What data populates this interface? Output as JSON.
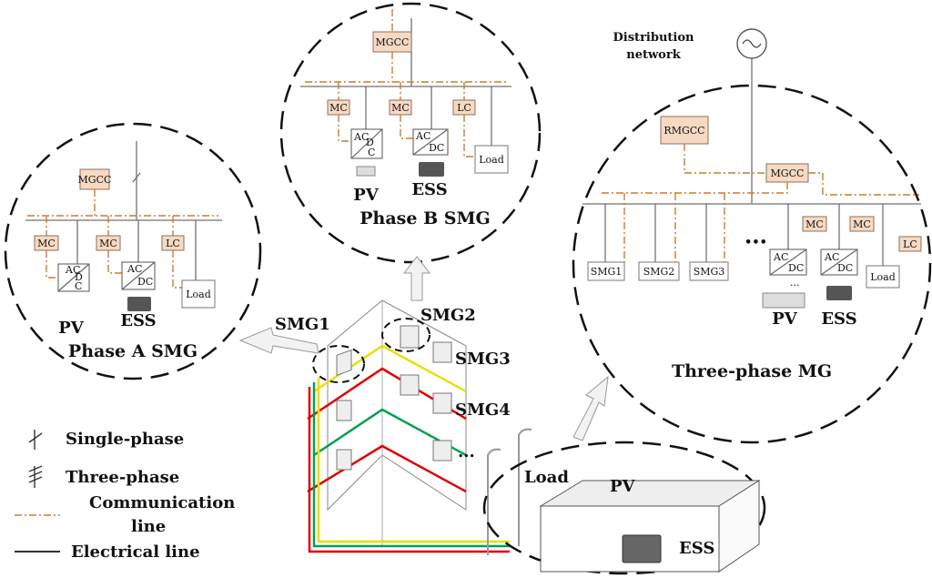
{
  "phase_a": {
    "title": "Phase A SMG",
    "mgcc": "MGCC",
    "mc1": "MC",
    "mc2": "MC",
    "lc": "LC",
    "conv1_top": "AC",
    "conv1_bot": "D",
    "conv1_c": "C",
    "conv2_top": "AC",
    "conv2_bot": "DC",
    "load": "Load",
    "pv": "PV",
    "ess": "ESS"
  },
  "phase_b": {
    "title": "Phase B SMG",
    "mgcc": "MGCC",
    "mc1": "MC",
    "mc2": "MC",
    "lc": "LC",
    "conv1_top": "AC",
    "conv1_bot": "D",
    "conv1_c": "C",
    "conv2_top": "AC",
    "conv2_bot": "DC",
    "load": "Load",
    "pv": "PV",
    "ess": "ESS"
  },
  "three_phase": {
    "title": "Three-phase MG",
    "grid_label_1": "Distribution",
    "grid_label_2": "network",
    "rmgcc": "RMGCC",
    "mgcc": "MGCC",
    "smg1": "SMG1",
    "smg2": "SMG2",
    "smg3": "SMG3",
    "dots": "•••",
    "mc1": "MC",
    "mc2": "MC",
    "lc": "LC",
    "conv1_top": "AC",
    "conv1_bot": "DC",
    "conv2_top": "AC",
    "conv2_bot": "DC",
    "load": "Load",
    "pv": "PV",
    "ess": "ESS",
    "ellipsis": "..."
  },
  "building": {
    "smg1": "SMG1",
    "smg2": "SMG2",
    "smg3": "SMG3",
    "smg4": "SMG4",
    "ellipsis": "...",
    "load": "Load",
    "pv": "PV",
    "ess": "ESS"
  },
  "legend": {
    "single": "Single-phase",
    "three": "Three-phase",
    "comm_1": "Communication",
    "comm_2": "line",
    "elec": "Electrical line"
  }
}
